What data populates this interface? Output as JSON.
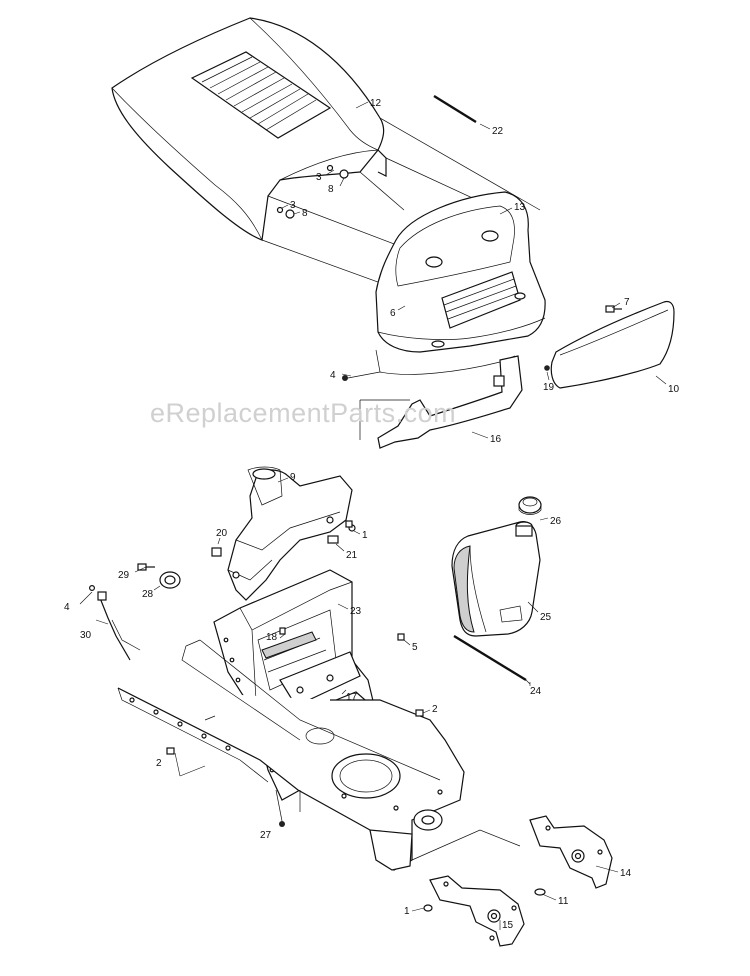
{
  "watermark": "eReplacementParts.com",
  "callouts": {
    "c1a": "1",
    "c1b": "1",
    "c2a": "2",
    "c2b": "2",
    "c3a": "3",
    "c3b": "3",
    "c4a": "4",
    "c4b": "4",
    "c5": "5",
    "c6": "6",
    "c7": "7",
    "c8a": "8",
    "c8b": "8",
    "c9": "9",
    "c10": "10",
    "c11": "11",
    "c12": "12",
    "c13": "13",
    "c14": "14",
    "c15": "15",
    "c16": "16",
    "c17": "17",
    "c18": "18",
    "c19": "19",
    "c20": "20",
    "c21": "21",
    "c22": "22",
    "c23": "23",
    "c24": "24",
    "c25": "25",
    "c26": "26",
    "c27": "27",
    "c28": "28",
    "c29": "29",
    "c30": "30"
  },
  "icons": {
    "hood": "hood-icon",
    "grille": "grille-icon",
    "bumper": "bumper-icon",
    "fuel_tank": "fuel-tank-icon",
    "fuel_cap": "fuel-cap-icon",
    "dash_panel": "dash-panel-icon",
    "frame": "frame-icon"
  }
}
